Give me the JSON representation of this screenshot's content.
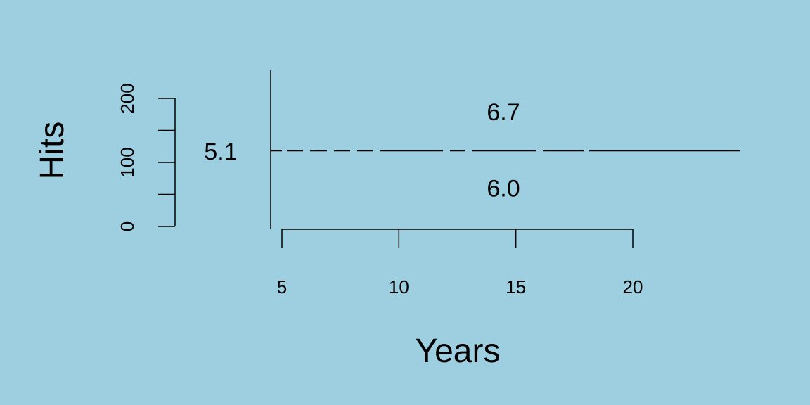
{
  "chart_data": {
    "type": "partition",
    "title": "",
    "xlabel": "Years",
    "ylabel": "Hits",
    "x_ticks": [
      5,
      10,
      15,
      20
    ],
    "y_ticks": [
      0,
      100,
      200
    ],
    "xlim": [
      4.5,
      24.5
    ],
    "ylim": [
      0,
      240
    ],
    "splits": [
      {
        "var": "Years",
        "at": 4.5,
        "orientation": "vertical"
      },
      {
        "var": "Hits",
        "at": 117.5,
        "orientation": "horizontal",
        "x_from": 4.5,
        "x_to": 24.5
      }
    ],
    "regions": [
      {
        "label": "5.1",
        "x": 2.1,
        "y": 117.5,
        "partially_hidden": true
      },
      {
        "label": "6.7",
        "x": 14.5,
        "y": 183
      },
      {
        "label": "6.0",
        "x": 14.5,
        "y": 55
      }
    ],
    "colors": {
      "background": "#9ecfe0",
      "ink": "#000000"
    }
  }
}
